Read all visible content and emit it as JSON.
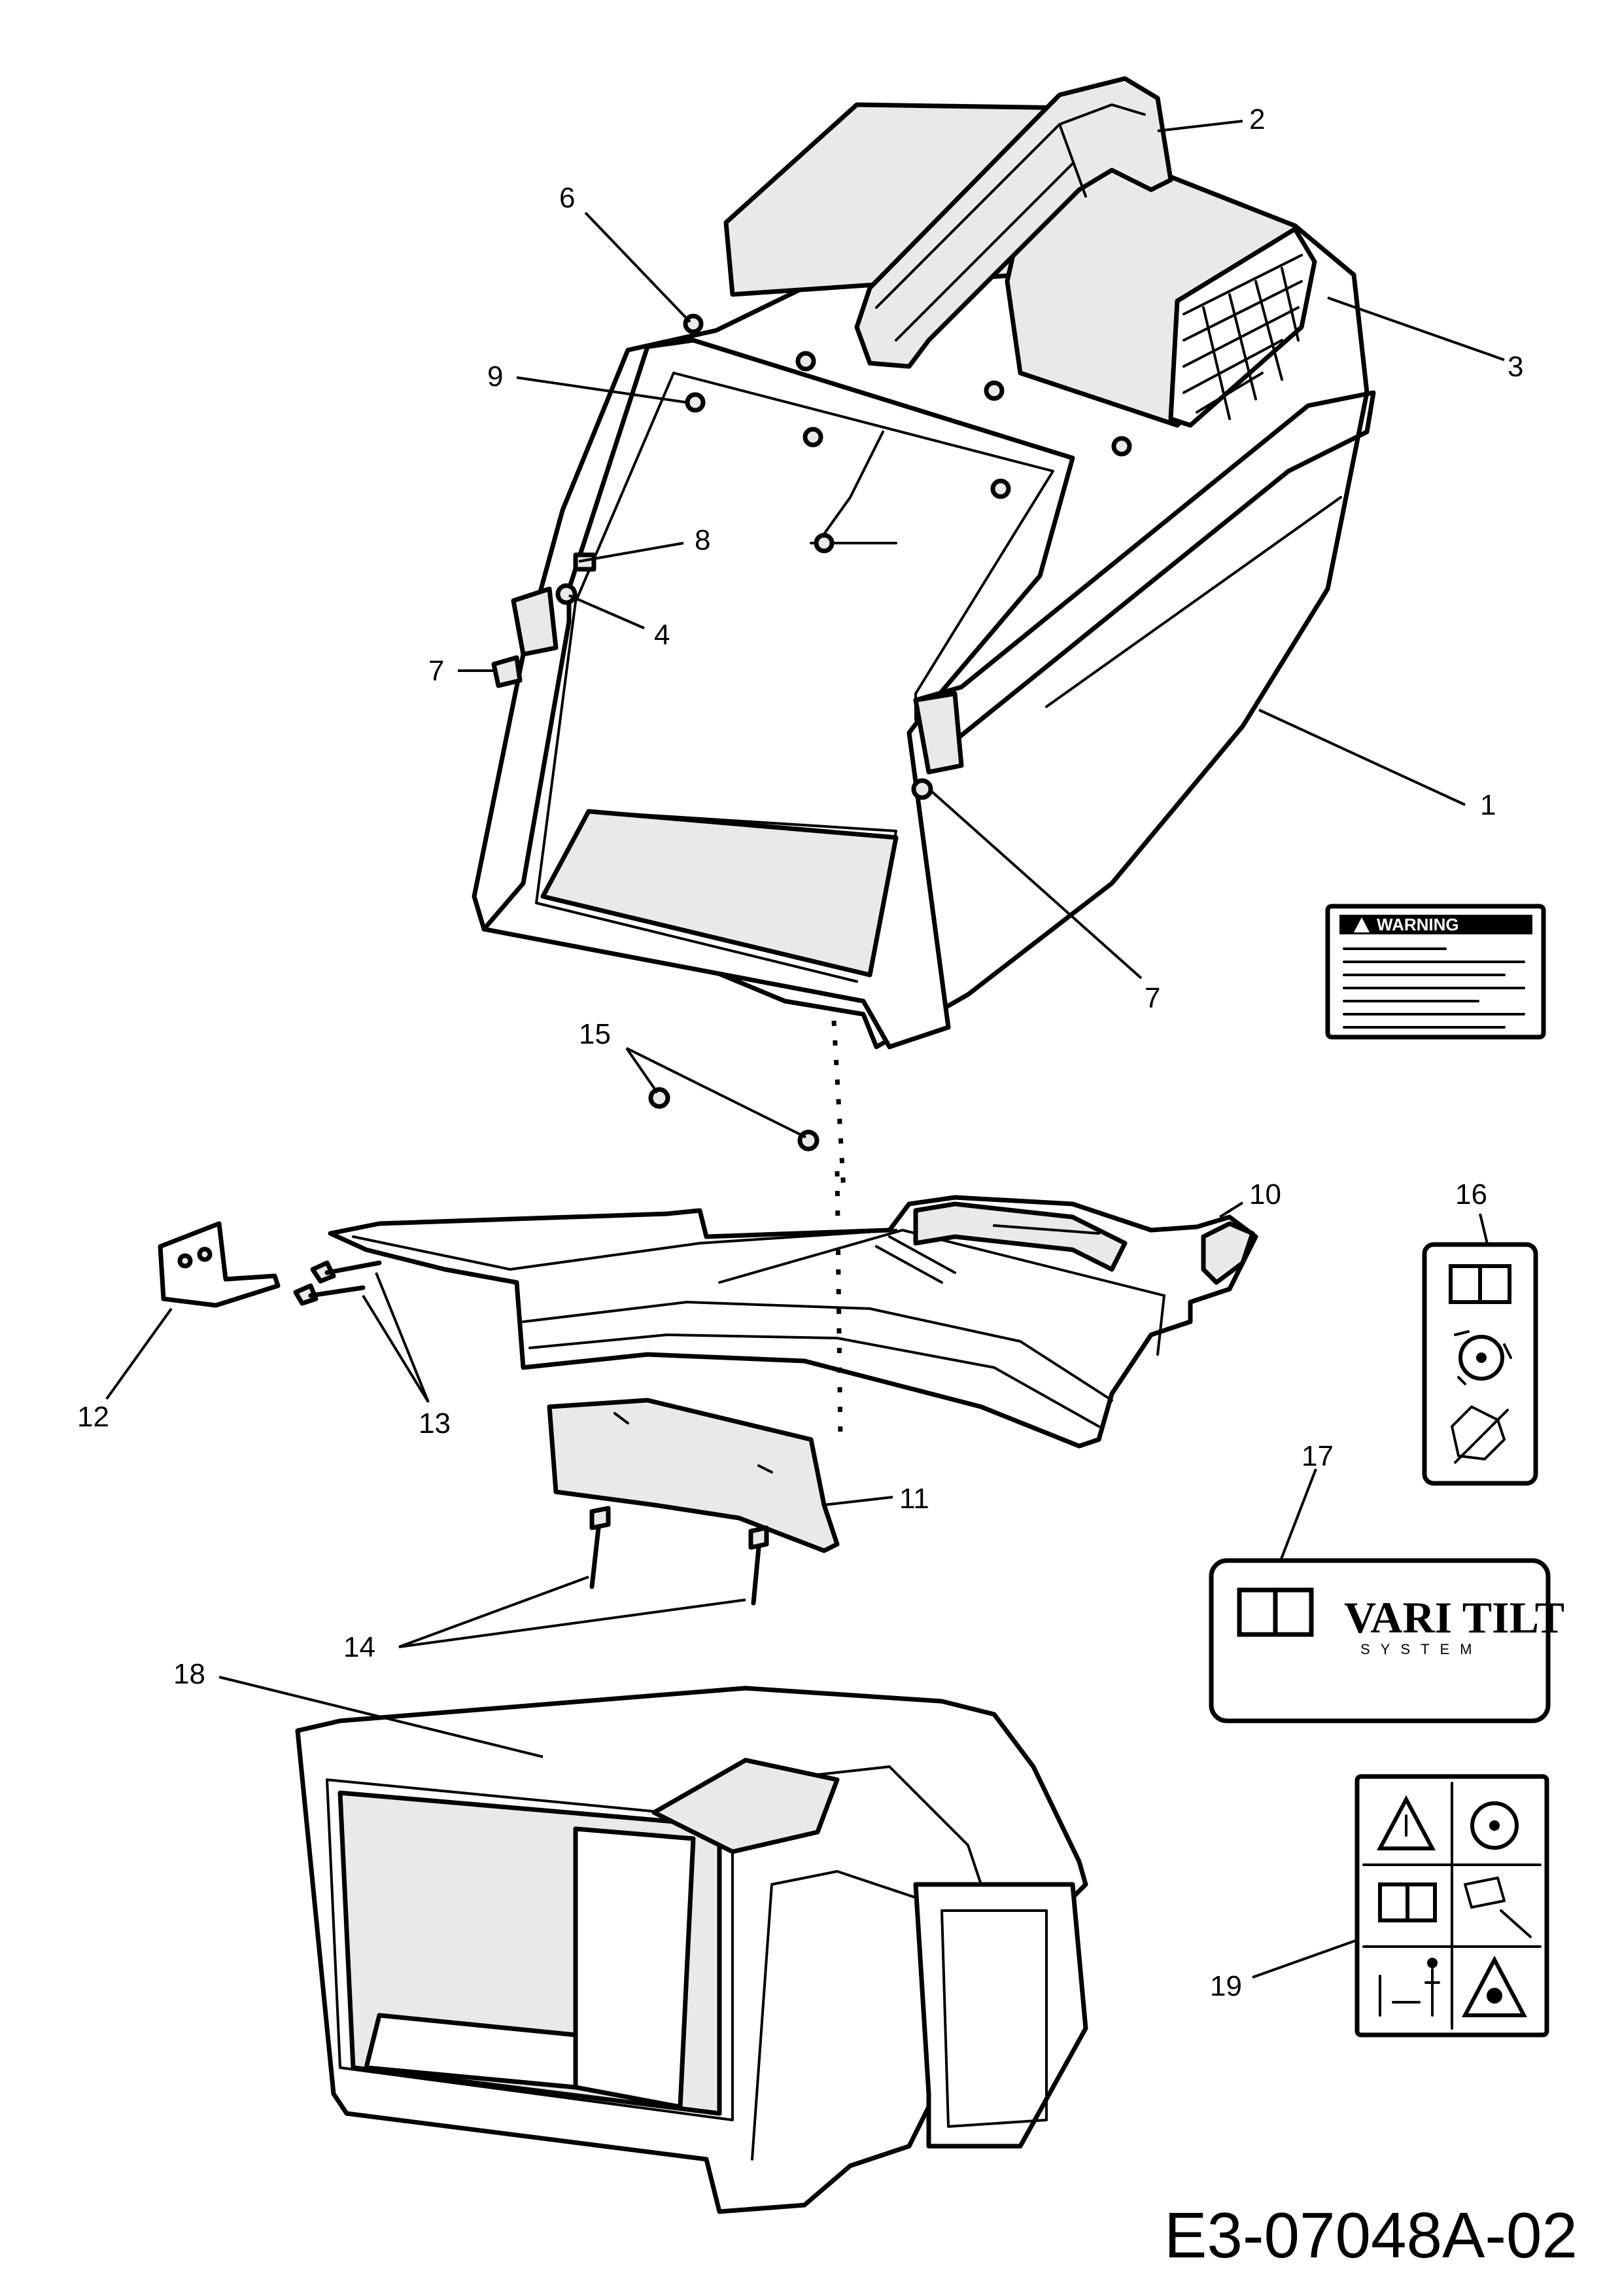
{
  "document": {
    "code": "E3-07048A-02"
  },
  "callouts": {
    "c1": "1",
    "c2": "2",
    "c3": "3",
    "c4": "4",
    "c6": "6",
    "c7a": "7",
    "c7b": "7",
    "c8": "8",
    "c9": "9",
    "c10": "10",
    "c11": "11",
    "c12": "12",
    "c13": "13",
    "c14": "14",
    "c15": "15",
    "c16": "16",
    "c17": "17",
    "c18": "18",
    "c19": "19"
  },
  "labels": {
    "warning_title": "WARNING",
    "logo_main": "VARI TILT",
    "logo_sub": "SYSTEM"
  },
  "icons": {
    "manual": "manual-book-icon",
    "blade": "rotating-blade-icon",
    "hand_hazard": "hand-hazard-icon",
    "alert": "alert-triangle-icon",
    "bystander": "keep-distance-icon",
    "foot_hazard": "foot-hazard-icon"
  }
}
